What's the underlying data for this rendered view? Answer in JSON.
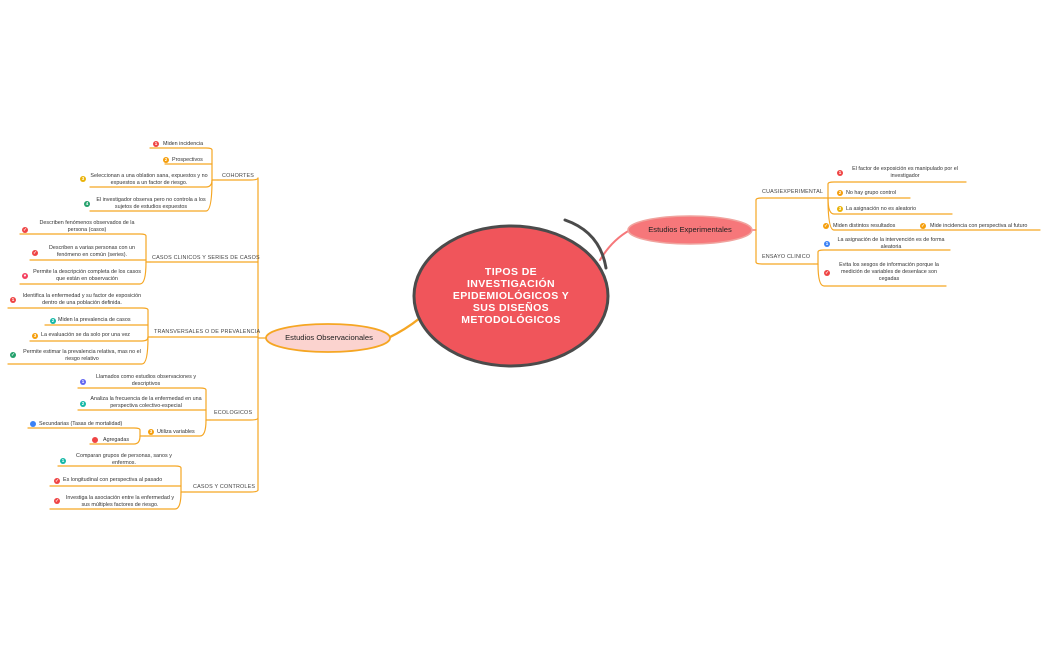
{
  "central": {
    "title_lines": [
      "TIPOS DE",
      "INVESTIGACIÓN",
      "EPIDEMIOLÓGICOS Y",
      "SUS DISEÑOS",
      "METODOLÓGICOS"
    ]
  },
  "observacionales": {
    "title": "Estudios Observacionales",
    "cohortes": {
      "label": "COHORTES",
      "items": [
        "Miden incidencia",
        "Prospectivos",
        "Seleccionan a una oblation sana, expuestos y no expuestos a un factor de riesgo.",
        "El investigador observa pero no controla a los sujetos de estudios expuestos"
      ]
    },
    "casos_clinicos": {
      "label": "CASOS CLINICOS Y SERIES DE CASOS",
      "items": [
        "Describen fenómenos observados de la persona (casos)",
        "Describen a varias personas con un fenómeno en común (series).",
        "Permite la descripción completa de los casos que están en observación"
      ]
    },
    "transversales": {
      "label": "TRANSVERSALES O DE PREVALENCIA",
      "items": [
        "Identifica la enfermedad y su factor de exposición dentro de una población definida.",
        "Miden la prevalencia de casos",
        "La evaluación se da solo por una vez",
        "Permite estimar la prevalencia relativa, mas no el riesgo relativo"
      ]
    },
    "ecologicos": {
      "label": "ECOLOGICOS",
      "items": [
        "Llamados como estudios observaciones y descriptivos",
        "Analiza la frecuencia de la enfermedad en una perspectiva colectivo-especial",
        "Utiliza variables"
      ],
      "variables": [
        "Secundarias (Tasas de mortalidad)",
        "Agregadas"
      ]
    },
    "casos_controles": {
      "label": "CASOS Y CONTROLES",
      "items": [
        "Comparan grupos de personas, sanos y enfermos.",
        "Es longitudinal con perspectiva al pasado",
        "Investiga la asociación entre la enfermedad y sus múltiples factores de riesgo."
      ]
    }
  },
  "experimentales": {
    "title": "Estudios Experimentales",
    "cuasi": {
      "label": "CUASIEXPERIMENTAL",
      "items": [
        "El factor de exposición es manipulado por el investigador",
        "No hay grupo control",
        "La asignación no es aleatorio",
        "Miden distintos resultados"
      ],
      "mide": "Mide incidencia con perspectiva al futuro"
    },
    "ensayo": {
      "label": "ENSAYO CLINICO",
      "items": [
        "La asignación de la intervención es de forma aleatoria",
        "Evita los sesgos de información porque la medición de variables de desenlace son cegadas"
      ]
    }
  },
  "colors": {
    "central": "#f0555b",
    "obs_fill": "#fbd3cf",
    "obs_border": "#f5a623",
    "exp_fill": "#f6777a",
    "line": "#f5a623"
  }
}
